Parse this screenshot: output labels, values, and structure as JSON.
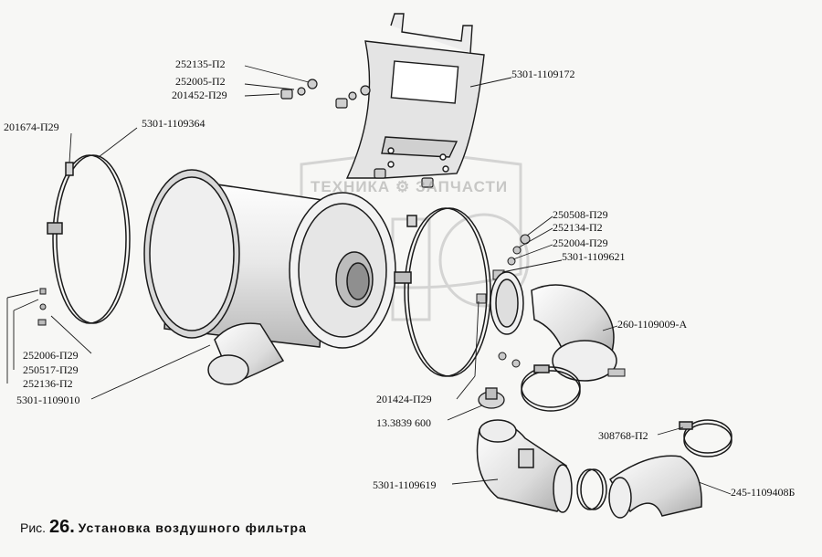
{
  "labels": {
    "l_252135_P2": "252135-П2",
    "l_252005_P2": "252005-П2",
    "l_201452_P29": "201452-П29",
    "l_5301_1109172": "5301-1109172",
    "l_201674_P29": "201674-П29",
    "l_5301_1109364": "5301-1109364",
    "l_250508_P29": "250508-П29",
    "l_252134_P2": "252134-П2",
    "l_252004_P29": "252004-П29",
    "l_5301_1109621": "5301-1109621",
    "l_260_1109009_A": "260-1109009-А",
    "l_252006_P29": "252006-П29",
    "l_250517_P29": "250517-П29",
    "l_252136_P2": "252136-П2",
    "l_5301_1109010": "5301-1109010",
    "l_201424_P29": "201424-П29",
    "l_13_3839_600": "13.3839 600",
    "l_308768_P2": "308768-П2",
    "l_5301_1109619": "5301-1109619",
    "l_245_1109408B": "245-1109408Б"
  },
  "caption": {
    "prefix": "Рис.",
    "number": "26.",
    "title": "Установка воздушного фильтра"
  },
  "watermark": {
    "left_word": "ТЕХНИКА",
    "right_word": "ЗАПЧАСТИ",
    "logo_letters": "ЭПФ"
  },
  "colors": {
    "line": "#1a1a1a",
    "fill_light": "#ffffff",
    "fill_shade": "#d2d2d2",
    "watermark": "#b0b0b0"
  }
}
